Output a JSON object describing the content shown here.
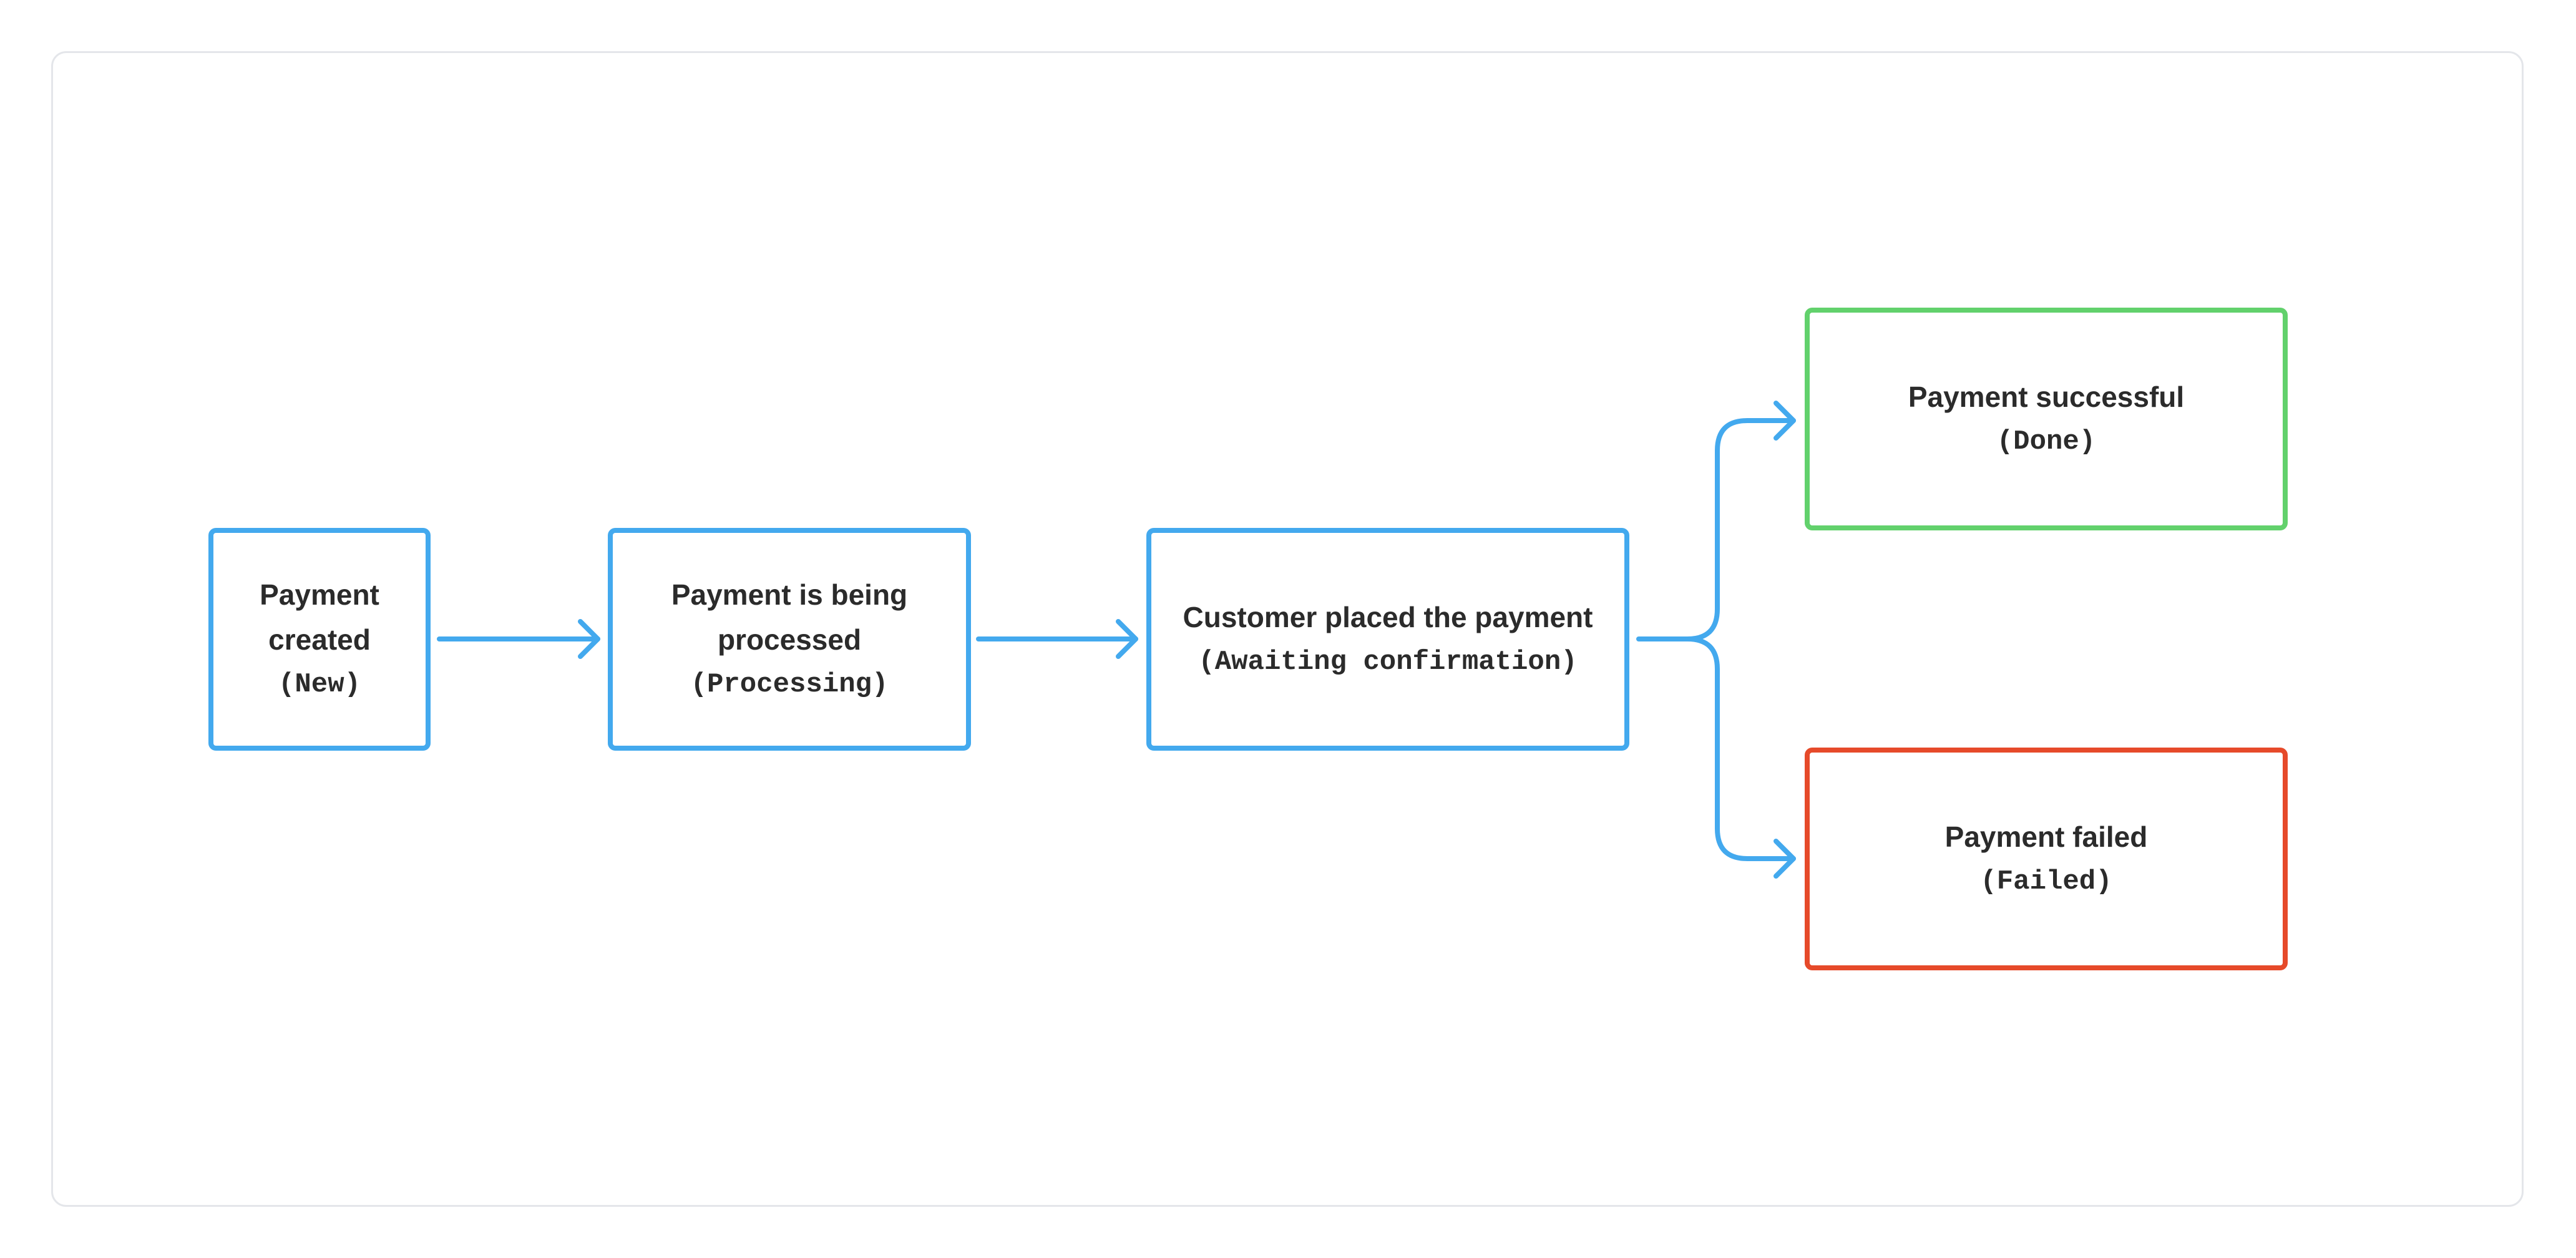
{
  "diagram": {
    "nodes": {
      "new": {
        "title_lines": [
          "Payment",
          "created"
        ],
        "status": "(New)"
      },
      "processing": {
        "title_lines": [
          "Payment is being",
          "processed"
        ],
        "status": "(Processing)"
      },
      "awaiting": {
        "title_lines": [
          "Customer placed the payment"
        ],
        "status": "(Awaiting confirmation)"
      },
      "done": {
        "title_lines": [
          "Payment successful"
        ],
        "status": "(Done)"
      },
      "failed": {
        "title_lines": [
          "Payment failed"
        ],
        "status": "(Failed)"
      }
    },
    "edges": [
      {
        "from": "new",
        "to": "processing"
      },
      {
        "from": "processing",
        "to": "awaiting"
      },
      {
        "from": "awaiting",
        "to": "done"
      },
      {
        "from": "awaiting",
        "to": "failed"
      }
    ],
    "colors": {
      "primary": "#43a9ee",
      "success": "#62d16c",
      "failure": "#e64a2a",
      "text": "#2b2b2b",
      "frame_border": "#e4e6ea"
    }
  }
}
